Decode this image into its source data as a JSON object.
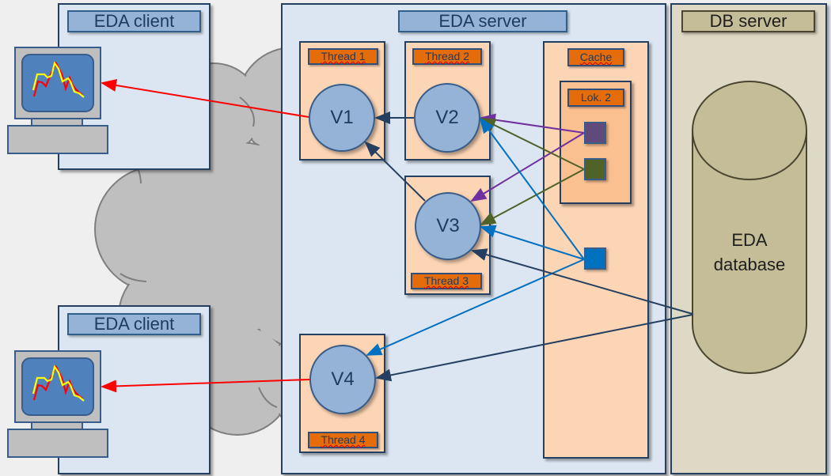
{
  "clients": [
    {
      "title": "EDA client"
    },
    {
      "title": "EDA client"
    }
  ],
  "server": {
    "title": "EDA server",
    "threads": [
      {
        "label": "Thread 1",
        "node": "V1"
      },
      {
        "label": "Thread 2",
        "node": "V2"
      },
      {
        "label": "Thread 3",
        "node": "V3"
      },
      {
        "label": "Thread 4",
        "node": "V4"
      }
    ],
    "cache": {
      "label": "Cache",
      "local": {
        "label": "Lok. 2"
      },
      "items": [
        {
          "name": "cache-item-purple",
          "color": "#604a7b"
        },
        {
          "name": "cache-item-green",
          "color": "#4f6228"
        },
        {
          "name": "cache-item-blue",
          "color": "#0070c0"
        }
      ]
    }
  },
  "db_server": {
    "title": "DB server",
    "database": {
      "line1": "EDA",
      "line2": "database"
    }
  },
  "connections": [
    {
      "from": "V1",
      "to": "client-1",
      "color": "#ff0000"
    },
    {
      "from": "V4",
      "to": "client-2",
      "color": "#ff0000"
    },
    {
      "from": "V2",
      "to": "V1",
      "color": "#243f60"
    },
    {
      "from": "V3",
      "to": "V1",
      "color": "#243f60"
    },
    {
      "from": "cache-item-purple",
      "to": "V2",
      "color": "#7030a0"
    },
    {
      "from": "cache-item-purple",
      "to": "V3",
      "color": "#7030a0"
    },
    {
      "from": "cache-item-green",
      "to": "V2",
      "color": "#4f6228"
    },
    {
      "from": "cache-item-green",
      "to": "V3",
      "color": "#4f6228"
    },
    {
      "from": "cache-item-blue",
      "to": "V2",
      "color": "#0070c0"
    },
    {
      "from": "cache-item-blue",
      "to": "V3",
      "color": "#0070c0"
    },
    {
      "from": "cache-item-blue",
      "to": "V4",
      "color": "#0070c0"
    },
    {
      "from": "EDA database",
      "to": "V3",
      "color": "#243f60"
    },
    {
      "from": "EDA database",
      "to": "V4",
      "color": "#243f60"
    }
  ]
}
